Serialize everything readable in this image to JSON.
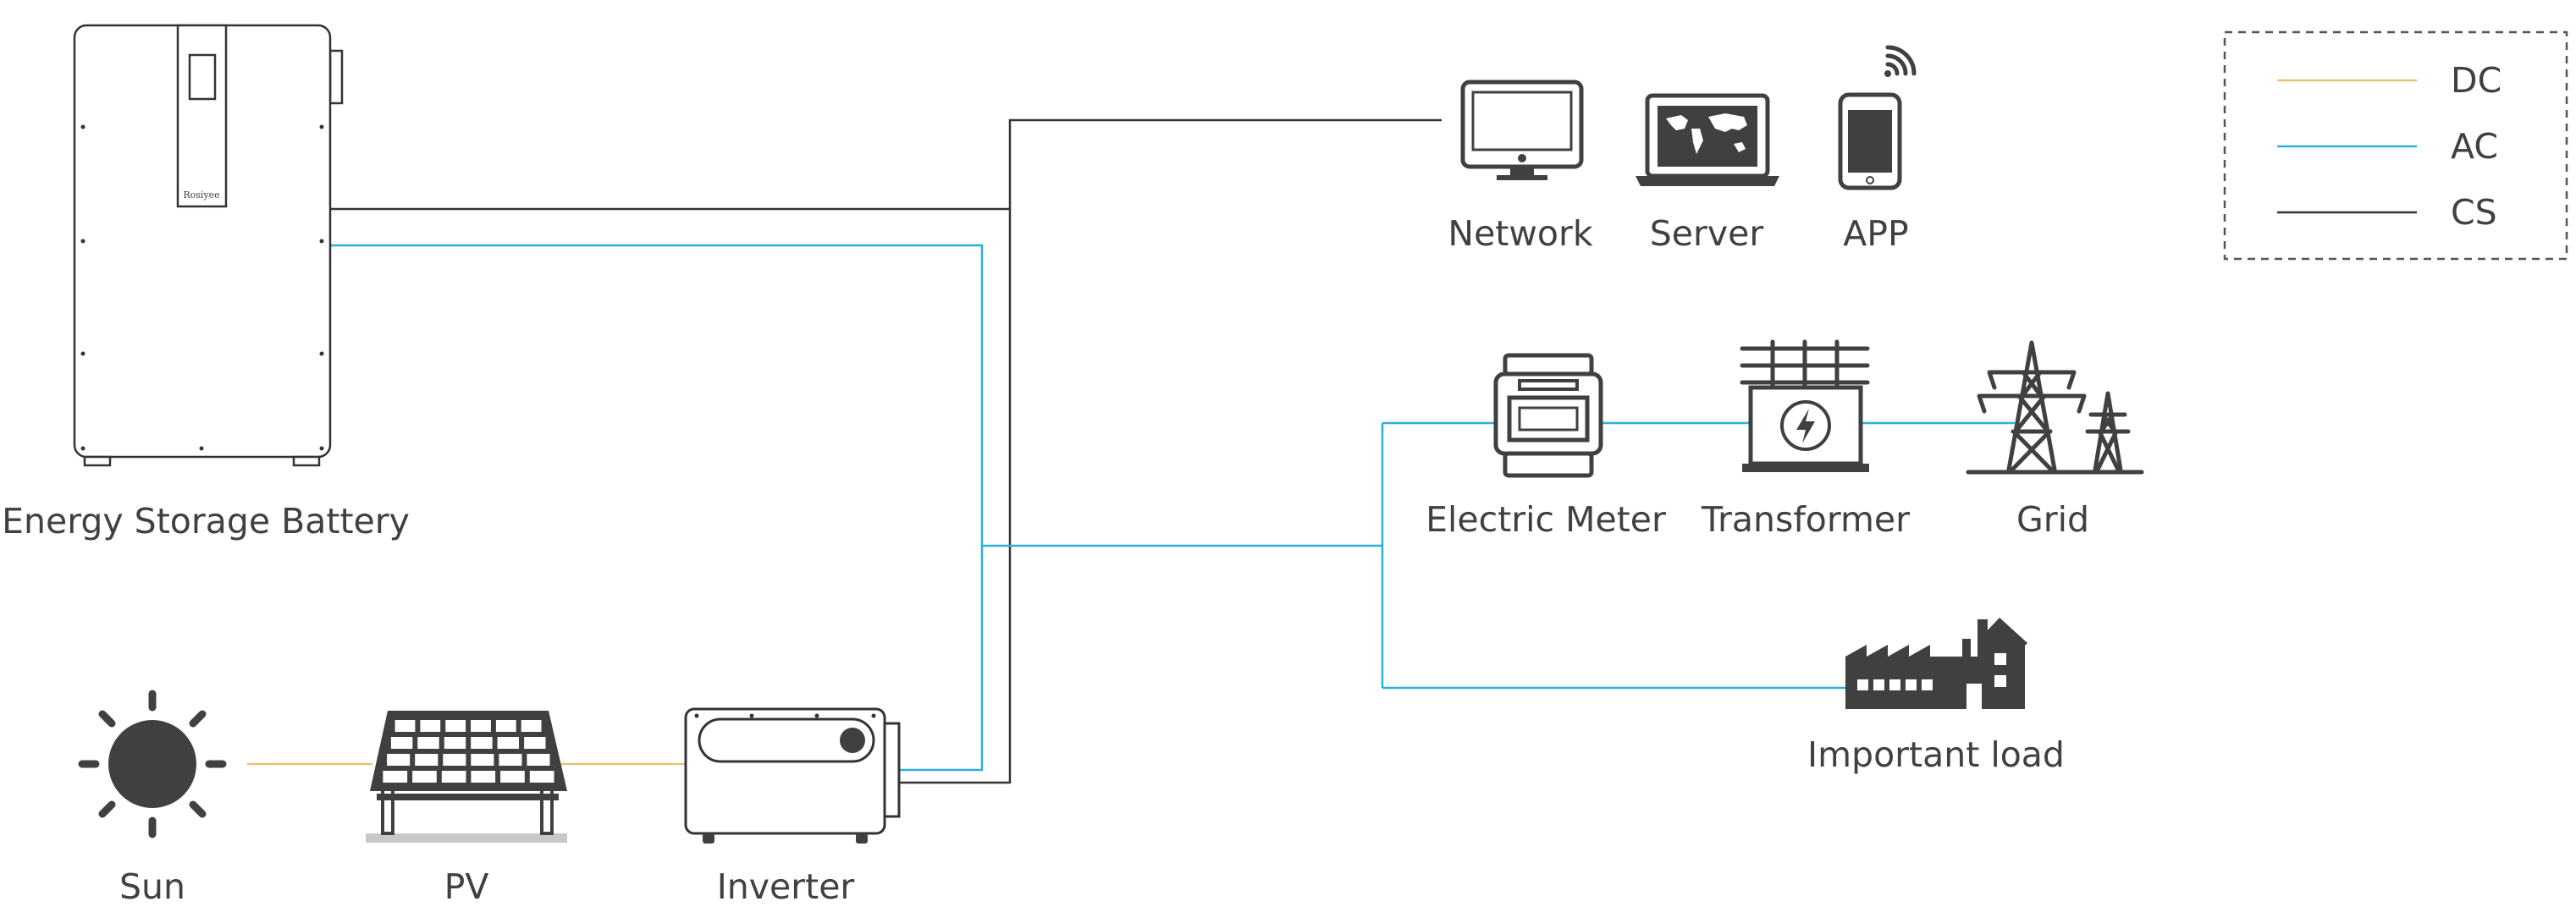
{
  "labels": {
    "battery": "Energy Storage Battery",
    "sun": "Sun",
    "pv": "PV",
    "inverter": "Inverter",
    "network": "Network",
    "server": "Server",
    "app": "APP",
    "meter": "Electric Meter",
    "transformer": "Transformer",
    "grid": "Grid",
    "load": "Important load"
  },
  "battery_brand": "Rosiyee",
  "legend": [
    {
      "label": "DC",
      "color": "#E8C27A"
    },
    {
      "label": "AC",
      "color": "#2BB0D8"
    },
    {
      "label": "CS",
      "color": "#333333"
    }
  ],
  "icons": [
    "battery-cabinet-icon",
    "sun-icon",
    "solar-panel-icon",
    "inverter-icon",
    "monitor-icon",
    "laptop-icon",
    "smartphone-icon",
    "wifi-icon",
    "electric-meter-icon",
    "transformer-icon",
    "transmission-tower-icon",
    "factory-icon"
  ]
}
